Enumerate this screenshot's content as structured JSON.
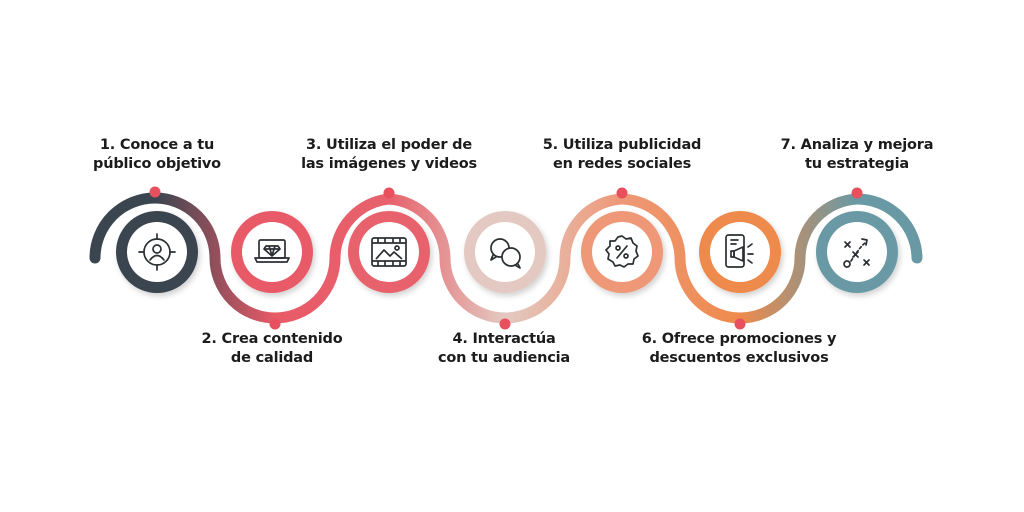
{
  "palette": {
    "step1": "#3a4550",
    "step2": "#e85a67",
    "step3": "#e7626c",
    "step4": "#e3c9c1",
    "step5": "#ee9877",
    "step6": "#ee8a4b",
    "step7": "#6899a4",
    "dot": "#e8505e",
    "icon": "#2b2f33"
  },
  "steps": [
    {
      "line1": "1. Conoce a tu",
      "line2": "público objetivo",
      "icon": "target-user-icon"
    },
    {
      "line1": "2. Crea contenido",
      "line2": "de calidad",
      "icon": "laptop-diamond-icon"
    },
    {
      "line1": "3. Utiliza el poder de",
      "line2": "las imágenes y videos",
      "icon": "image-film-icon"
    },
    {
      "line1": "4. Interactúa",
      "line2": "con tu audiencia",
      "icon": "chat-bubbles-icon"
    },
    {
      "line1": "5. Utiliza publicidad",
      "line2": "en redes sociales",
      "icon": "discount-badge-icon"
    },
    {
      "line1": "6. Ofrece promociones y",
      "line2": "descuentos exclusivos",
      "icon": "phone-megaphone-icon"
    },
    {
      "line1": "7. Analiza y mejora",
      "line2": "tu estrategia",
      "icon": "strategy-plan-icon"
    }
  ]
}
